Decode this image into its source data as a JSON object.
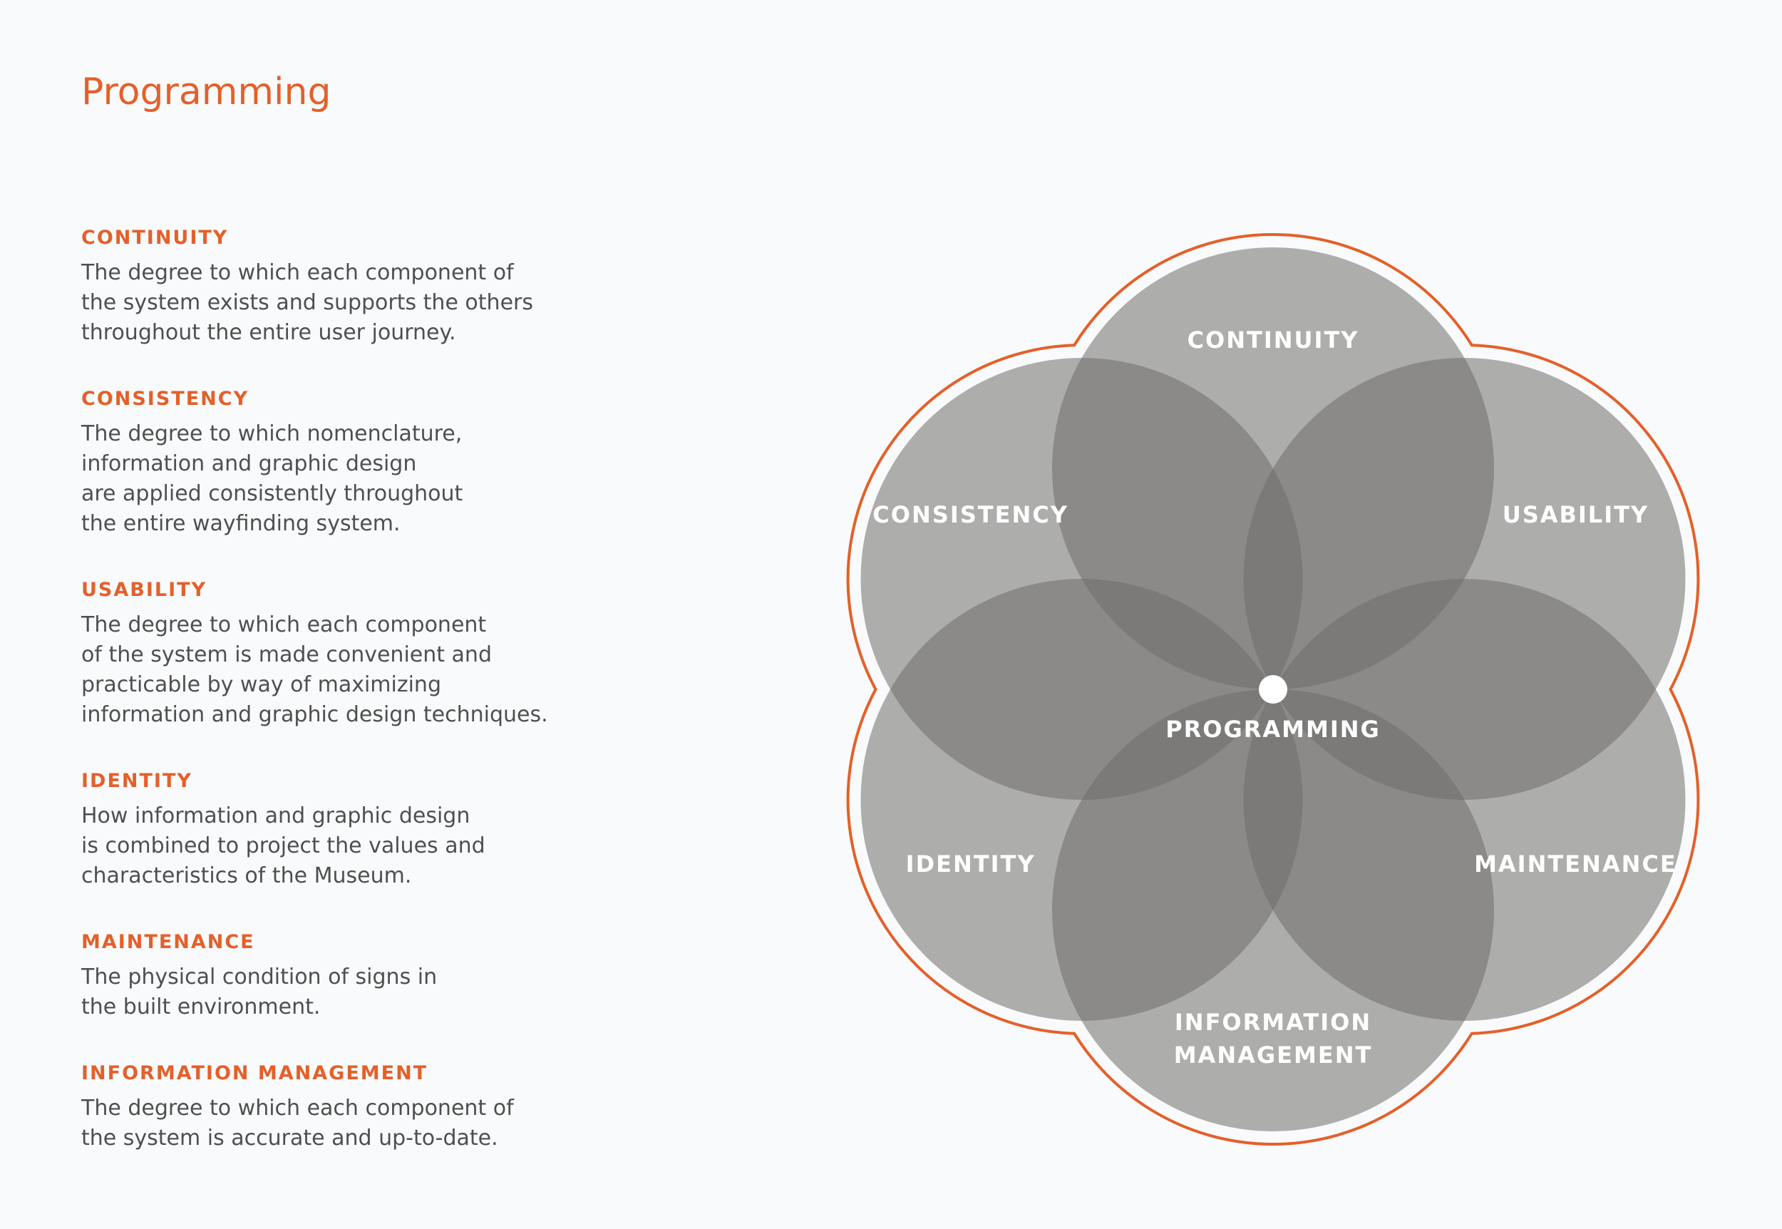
{
  "page": {
    "title": "Programming"
  },
  "definitions": [
    {
      "term": "CONTINUITY",
      "text": "The degree to which each component of\nthe system exists and supports the others\nthroughout the entire user journey."
    },
    {
      "term": "CONSISTENCY",
      "text": "The degree to which nomenclature,\ninformation and graphic design\nare applied consistently throughout\nthe entire wayfinding system."
    },
    {
      "term": "USABILITY",
      "text": "The degree to which each component\nof the system is made convenient and\npracticable by way of maximizing\ninformation and graphic design techniques."
    },
    {
      "term": "IDENTITY",
      "text": "How information and graphic design\nis combined to project the values and\ncharacteristics of the Museum."
    },
    {
      "term": "MAINTENANCE",
      "text": "The physical condition of signs in\nthe built environment."
    },
    {
      "term": "INFORMATION MANAGEMENT",
      "text": "The degree to which each component of\nthe system is accurate and up-to-date."
    }
  ],
  "diagram": {
    "center_label": "PROGRAMMING",
    "petals": [
      {
        "label": "CONTINUITY"
      },
      {
        "label": "USABILITY"
      },
      {
        "label": "MAINTENANCE"
      },
      {
        "label": "INFORMATION\nMANAGEMENT"
      },
      {
        "label": "IDENTITY"
      },
      {
        "label": "CONSISTENCY"
      }
    ],
    "colors": {
      "circle_fill": "#6f6d6b",
      "outline": "#e4602a",
      "center_dot": "#ffffff"
    }
  }
}
